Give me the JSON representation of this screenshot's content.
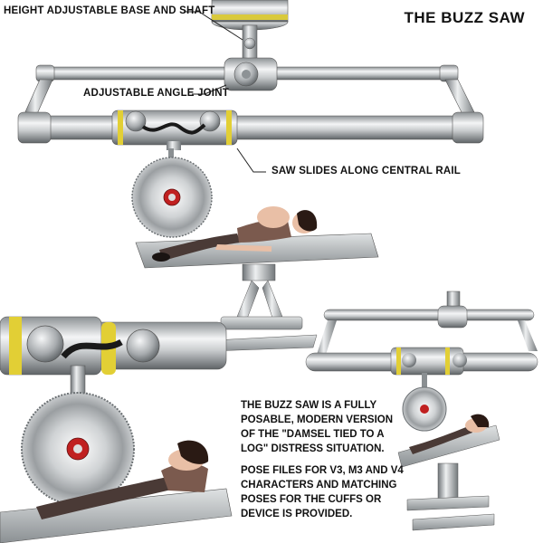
{
  "title": "THE BUZZ SAW",
  "callouts": {
    "base_shaft": "HEIGHT ADJUSTABLE BASE AND SHAFT",
    "angle_joint": "ADJUSTABLE ANGLE JOINT",
    "central_rail": "SAW SLIDES ALONG CENTRAL RAIL"
  },
  "description": {
    "paragraph1": "THE BUZZ SAW IS A FULLY POSABLE, MODERN VERSION OF THE \"DAMSEL TIED TO A LOG\" DISTRESS SITUATION.",
    "paragraph2": "POSE FILES FOR V3, M3 AND V4 CHARACTERS AND MATCHING POSES FOR THE CUFFS OR DEVICE IS PROVIDED."
  },
  "colors": {
    "metal_light": "#e6e8ea",
    "metal_mid": "#b8bcc0",
    "metal_dark": "#6f7478",
    "accent_yellow": "#e8d232",
    "blade_center": "#c02020",
    "stockings": "#4a3a36",
    "skin": "#e9bfa6",
    "dress": "#7b5a4e",
    "hair": "#2a1a14"
  }
}
